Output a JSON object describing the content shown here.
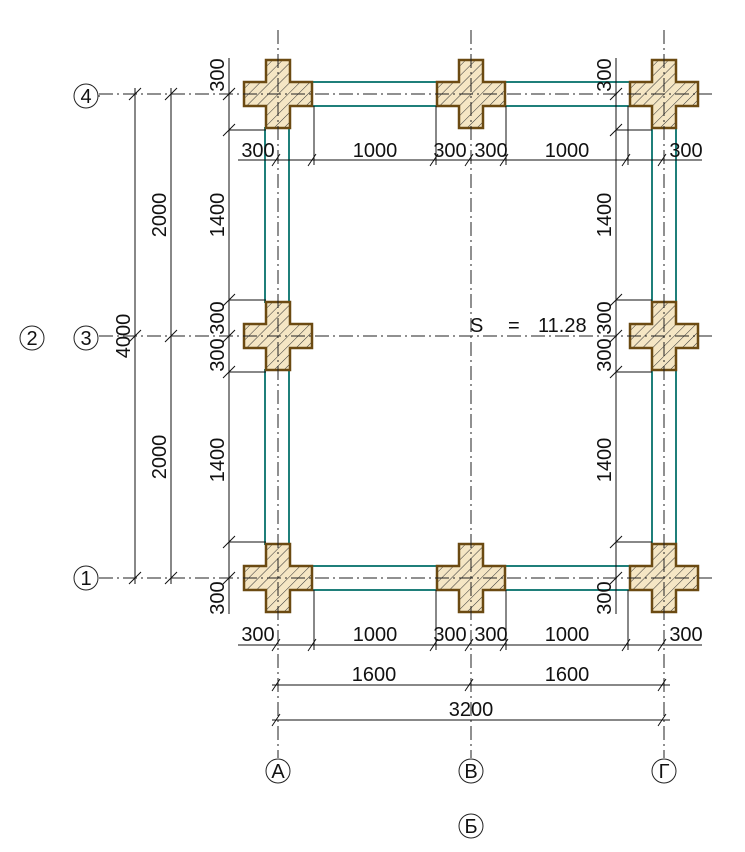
{
  "area_label": {
    "symbol": "S",
    "eq": "=",
    "value": "11.28"
  },
  "axes_letters": [
    "А",
    "В",
    "Г",
    "Б"
  ],
  "axes_numbers": [
    "4",
    "3",
    "1",
    "2"
  ],
  "dims_top": [
    "300",
    "1000",
    "300",
    "300",
    "1000",
    "300"
  ],
  "dims_bottom": [
    "300",
    "1000",
    "300",
    "300",
    "1000",
    "300"
  ],
  "dims_bottom_mid": [
    "1600",
    "1600"
  ],
  "dims_bottom_total": "3200",
  "dims_left_outer": "4000",
  "dims_left_mid": [
    "2000",
    "2000"
  ],
  "dims_left_chain": [
    "300",
    "1400",
    "300",
    "300",
    "1400",
    "300"
  ],
  "dims_right_chain": [
    "300",
    "1400",
    "300",
    "300",
    "1400",
    "300"
  ],
  "colors": {
    "wall": "#1f7f7a",
    "column": "#6b4a12",
    "column_fill": "#f5e6c4"
  }
}
